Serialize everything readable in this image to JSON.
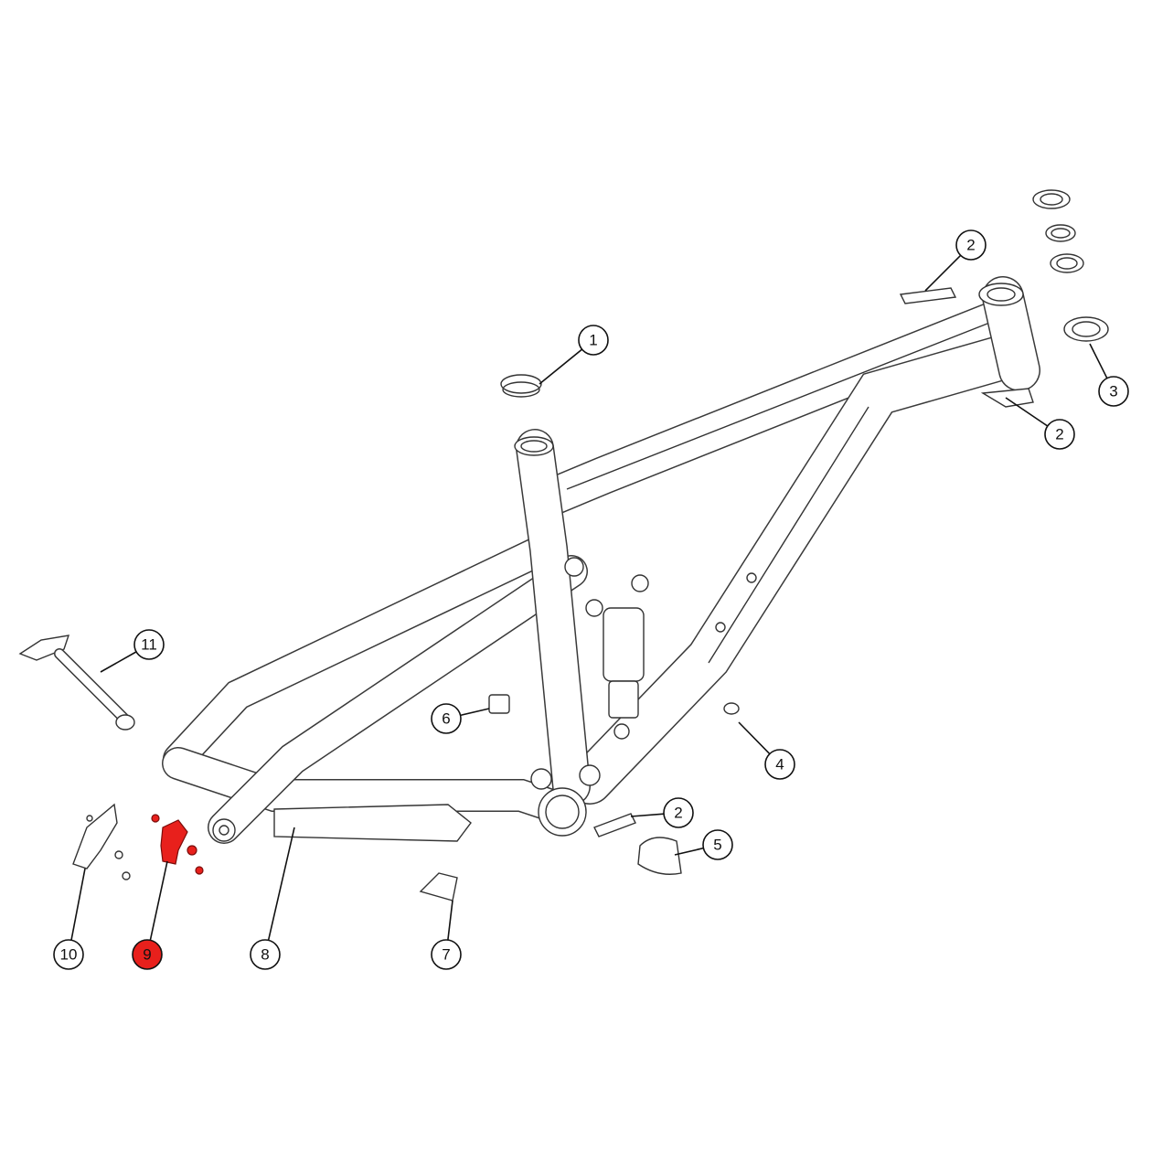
{
  "diagram": {
    "highlight_color": "#e8201c",
    "line_color": "#333333",
    "callouts": [
      {
        "label": "1",
        "highlighted": false
      },
      {
        "label": "2",
        "highlighted": false
      },
      {
        "label": "3",
        "highlighted": false
      },
      {
        "label": "2",
        "highlighted": false
      },
      {
        "label": "4",
        "highlighted": false
      },
      {
        "label": "2",
        "highlighted": false
      },
      {
        "label": "5",
        "highlighted": false
      },
      {
        "label": "6",
        "highlighted": false
      },
      {
        "label": "7",
        "highlighted": false
      },
      {
        "label": "8",
        "highlighted": false
      },
      {
        "label": "9",
        "highlighted": true
      },
      {
        "label": "10",
        "highlighted": false
      },
      {
        "label": "11",
        "highlighted": false
      }
    ]
  }
}
